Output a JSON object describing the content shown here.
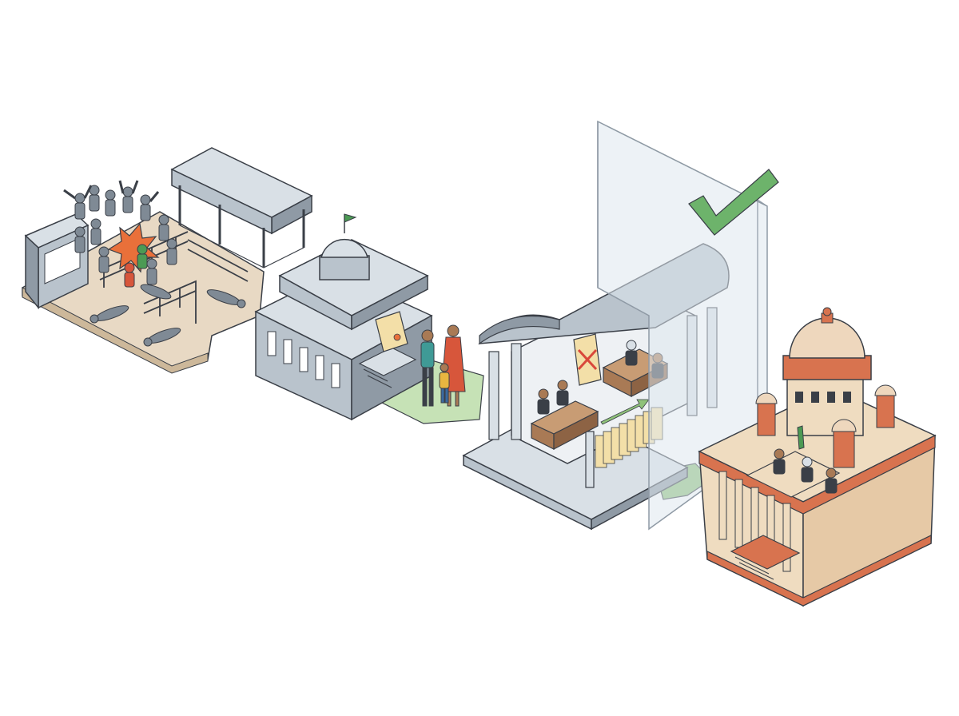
{
  "scene": {
    "background": "#ffffff",
    "stages": [
      {
        "name": "stampede-site",
        "icon": "crowd-crush-icon"
      },
      {
        "name": "government-building",
        "icon": "domed-building-icon"
      },
      {
        "name": "victim-family",
        "icon": "family-icon"
      },
      {
        "name": "high-court",
        "icon": "courthouse-icon"
      },
      {
        "name": "supreme-court",
        "icon": "supreme-court-icon"
      }
    ],
    "palette": {
      "outline": "#3a3f47",
      "stone": "#b9c3cc",
      "stone_light": "#d9e0e6",
      "stone_dark": "#8f9aa5",
      "ground": "#e8d9c4",
      "ground_edge": "#cdb89a",
      "path_green": "#8fc27a",
      "path_green_light": "#c6e2b6",
      "check_green": "#6db36b",
      "impact_orange": "#e9703a",
      "court_red": "#d8734f",
      "court_cream": "#efdcc0",
      "dome_cream": "#eed7bd",
      "glass": "#dfe8ef",
      "desk_brown": "#a97a55",
      "scroll_yellow": "#f3dfa8",
      "cross_red": "#d9483b",
      "figure_grey": "#7f8a95",
      "figure_teal": "#3f9a96",
      "figure_red": "#d7563b",
      "figure_yellow": "#e8b640",
      "flag_green": "#4c9a54"
    }
  }
}
